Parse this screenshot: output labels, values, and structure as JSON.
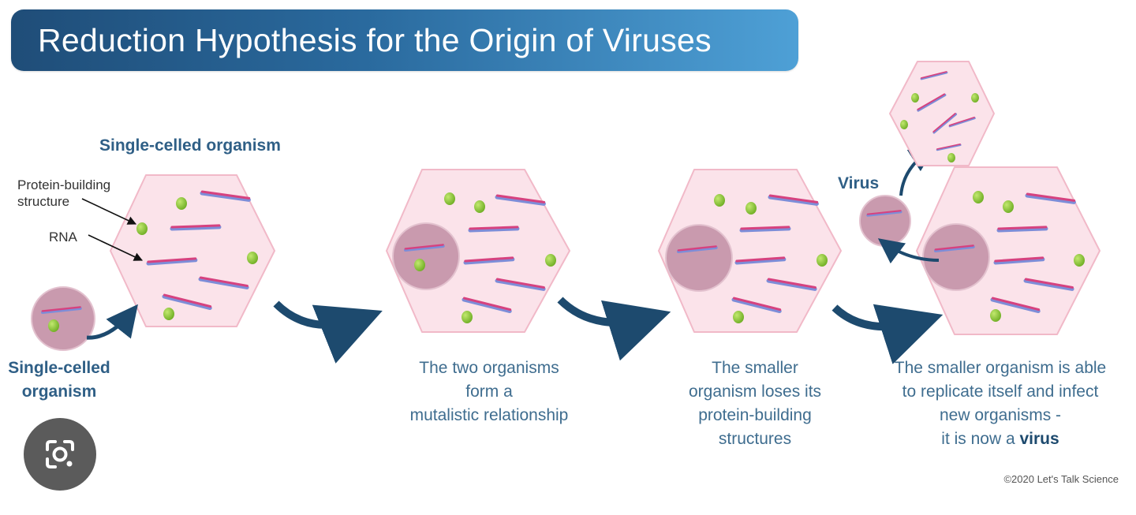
{
  "title": "Reduction Hypothesis for the Origin of Viruses",
  "labels": {
    "single_celled_top": "Single-celled organism",
    "protein_building": "Protein-building\nstructure",
    "rna": "RNA",
    "single_celled_bottom": "Single-celled\norganism",
    "virus": "Virus"
  },
  "captions": {
    "step2": "The two organisms\nform a\nmutalistic relationship",
    "step3": "The smaller\norganism loses its\nprotein-building\nstructures",
    "step4_text": "The smaller organism is able\nto replicate itself and infect\nnew organisms -\nit is now a",
    "step4_bold": "virus"
  },
  "copyright": "©2020 Let's Talk Science",
  "colors": {
    "cell_fill": "#fbe3ea",
    "cell_stroke": "#f1b9c8",
    "small_cell_fill": "#c99aae",
    "rna_pink": "#d6427f",
    "rna_blue": "#7d8dd8",
    "protein_green": "#8cc63f",
    "arrow": "#1d4a6e",
    "label_blue": "#3f6d8f"
  },
  "icons": {
    "lens": "google-lens-icon"
  }
}
